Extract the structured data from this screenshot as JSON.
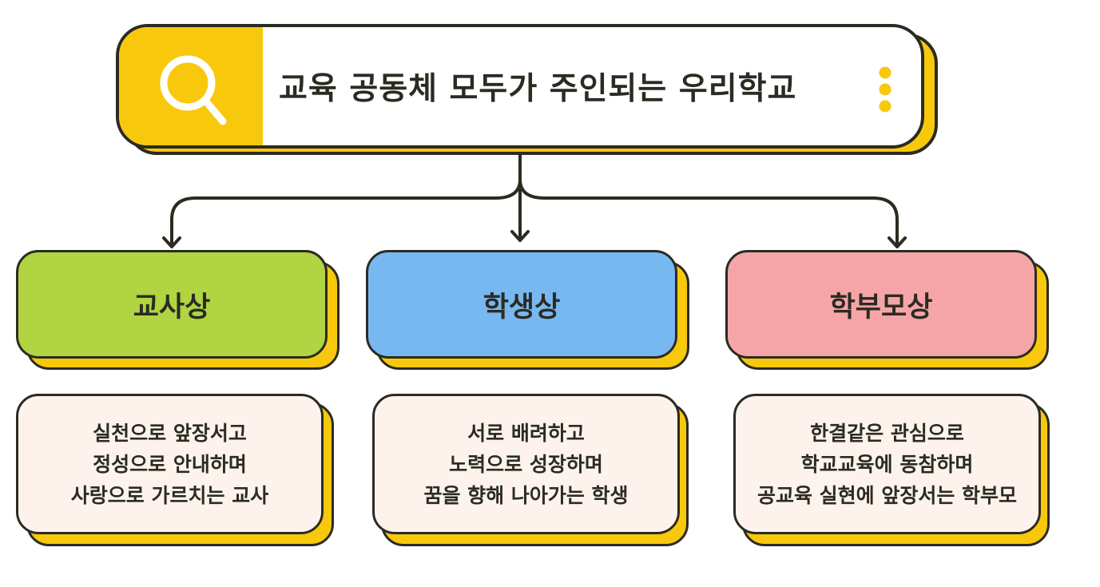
{
  "title": "교육 공동체 모두가 주인되는 우리학교",
  "colors": {
    "accent_yellow": "#f8c80c",
    "outline": "#2b2b22",
    "teacher_green": "#b0d442",
    "student_blue": "#78b8f0",
    "parent_pink": "#f5a5a8",
    "desc_bg": "#fdf3ec"
  },
  "icons": {
    "title_icon": "search-icon",
    "menu_icon": "kebab-menu-icon"
  },
  "columns": [
    {
      "heading": "교사상",
      "lines": [
        "실천으로 앞장서고",
        "정성으로 안내하며",
        "사랑으로 가르치는 교사"
      ]
    },
    {
      "heading": "학생상",
      "lines": [
        "서로 배려하고",
        "노력으로 성장하며",
        "꿈을 향해 나아가는 학생"
      ]
    },
    {
      "heading": "학부모상",
      "lines": [
        "한결같은 관심으로",
        "학교교육에 동참하며",
        "공교육 실현에 앞장서는 학부모"
      ]
    }
  ]
}
